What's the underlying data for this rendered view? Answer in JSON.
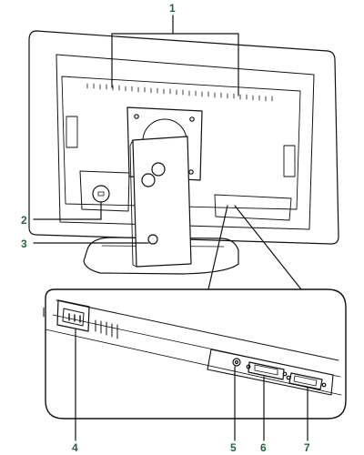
{
  "diagram": {
    "title": "",
    "callouts": {
      "c1": "1",
      "c2": "2",
      "c3": "3",
      "c4": "4",
      "c5": "5",
      "c6": "6",
      "c7": "7"
    },
    "line_color": "#111111",
    "label_color": "#1a6b3c",
    "fill_color": "#ffffff"
  }
}
